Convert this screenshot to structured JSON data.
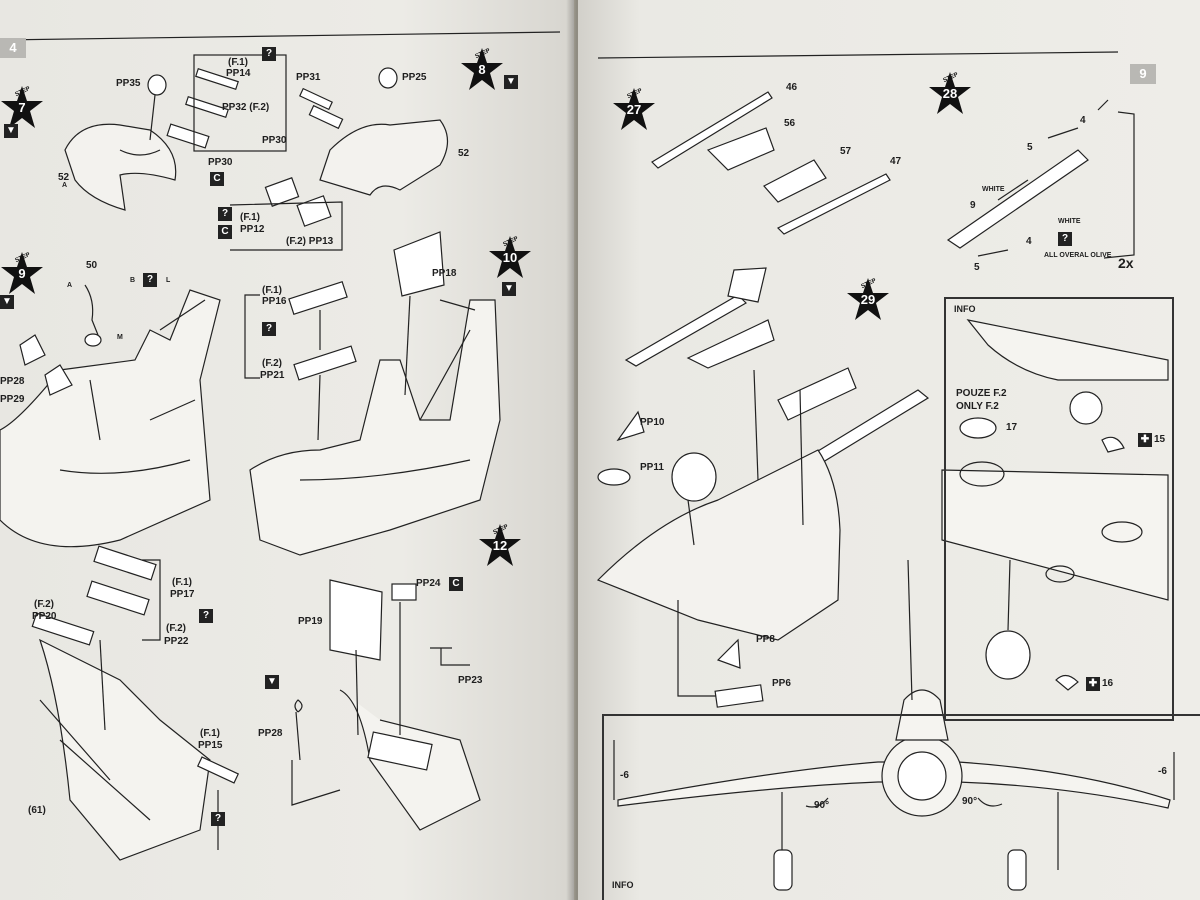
{
  "left_page": {
    "page_number": "4",
    "steps": [
      {
        "number": "7",
        "word": "STEP"
      },
      {
        "number": "8",
        "word": "STEP"
      },
      {
        "number": "9",
        "word": "STEP"
      },
      {
        "number": "10",
        "word": "STEP"
      },
      {
        "number": "12",
        "word": "STEP"
      }
    ],
    "labels": {
      "pp35": "PP35",
      "f1_a": "(F.1)",
      "pp14": "PP14",
      "pp32_f2": "PP32 (F.2)",
      "pp30_a": "PP30",
      "p52_a": "52",
      "pp31": "PP31",
      "pp25": "PP25",
      "pp30_b": "PP30",
      "p52_b": "52",
      "f1_b": "(F.1)",
      "pp12": "PP12",
      "pp13_f2": "(F.2) PP13",
      "p50": "50",
      "pp18": "PP18",
      "f1_c": "(F.1)",
      "pp16": "PP16",
      "f2_a": "(F.2)",
      "pp21": "PP21",
      "pp28_a": "PP28",
      "pp29": "PP29",
      "f1_d": "(F.1)",
      "pp17": "PP17",
      "f2_b": "(F.2)",
      "pp22": "PP22",
      "f2_c": "(F.2)",
      "pp20": "PP20",
      "pp24": "PP24",
      "pp19": "PP19",
      "pp23": "PP23",
      "pp28_b": "PP28",
      "f1_e": "(F.1)",
      "pp15": "PP15",
      "ref61": "(61)"
    },
    "callouts": [
      "A",
      "B",
      "L",
      "M"
    ]
  },
  "right_page": {
    "page_number": "9",
    "steps": [
      {
        "number": "27",
        "word": "STEP"
      },
      {
        "number": "28",
        "word": "STEP"
      },
      {
        "number": "29",
        "word": "STEP"
      }
    ],
    "labels": {
      "p46": "46",
      "p56": "56",
      "p57": "57",
      "p47": "47",
      "p4a": "4",
      "p5a": "5",
      "white_a": "WHITE",
      "p9": "9",
      "white_b": "WHITE",
      "p4b": "4",
      "p5b": "5",
      "olive": "ALL OVERAL OLIVE",
      "qty": "2x",
      "pp10": "PP10",
      "pp11": "PP11",
      "pp8": "PP8",
      "pp6": "PP6"
    },
    "info_box": {
      "title": "INFO",
      "pouze": "POUZE F.2",
      "only": "ONLY F.2",
      "p17": "17",
      "p15": "15",
      "p16": "16"
    },
    "front_info": {
      "title": "INFO",
      "dim_left": "-6",
      "dim_right": "-6",
      "angle_left": "90°",
      "angle_right": "90°"
    }
  },
  "colors": {
    "ink": "#1e1e1e",
    "paper": "#ecebe6",
    "tab": "#b9b8b4"
  }
}
